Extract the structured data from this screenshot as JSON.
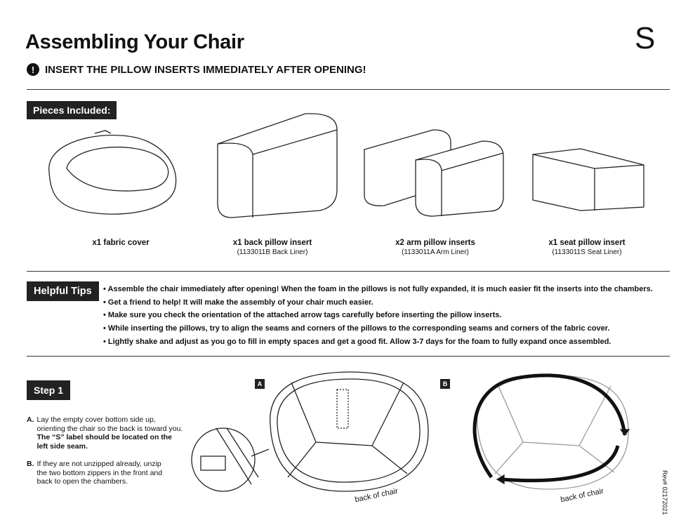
{
  "title": "Assembling Your Chair",
  "logo": "S",
  "warning": "INSERT THE PILLOW INSERTS IMMEDIATELY AFTER OPENING!",
  "pieces": {
    "label": "Pieces Included:",
    "items": [
      {
        "name": "x1 fabric cover",
        "sub": ""
      },
      {
        "name": "x1 back pillow insert",
        "sub": "(1133011B Back Liner)"
      },
      {
        "name": "x2 arm pillow inserts",
        "sub": "(1133011A Arm Liner)"
      },
      {
        "name": "x1 seat pillow insert",
        "sub": "(1133011S Seat Liner)"
      }
    ]
  },
  "tips": {
    "label": "Helpful Tips",
    "items": [
      "• Assemble the chair immediately after opening! When the foam in the pillows is not fully expanded, it is much easier fit the inserts into the chambers.",
      "• Get a friend to help! It will make the assembly of your chair much easier.",
      "• Make sure you check the orientation of the attached arrow tags carefully before inserting the pillow inserts.",
      "• While inserting the pillows, try to align the seams and corners of the pillows to the corresponding seams and corners of the fabric cover.",
      "• Lightly shake and adjust as you go to fill in empty spaces and get a good fit. Allow 3-7 days for the foam to fully expand once assembled."
    ]
  },
  "step1": {
    "label": "Step 1",
    "a_letter": "A.",
    "a_text": "Lay the empty cover bottom side up, orienting the chair so the back is toward you.",
    "a_bold": "The “S” label should be located on the left side seam.",
    "b_letter": "B.",
    "b_text": "If they are not unzipped already, unzip the two bottom zippers in the front and back to open the chambers.",
    "fig_a": "A",
    "fig_b": "B",
    "back_a": "back of chair",
    "back_b": "back of chair"
  },
  "revision": "Rev# 02172021"
}
